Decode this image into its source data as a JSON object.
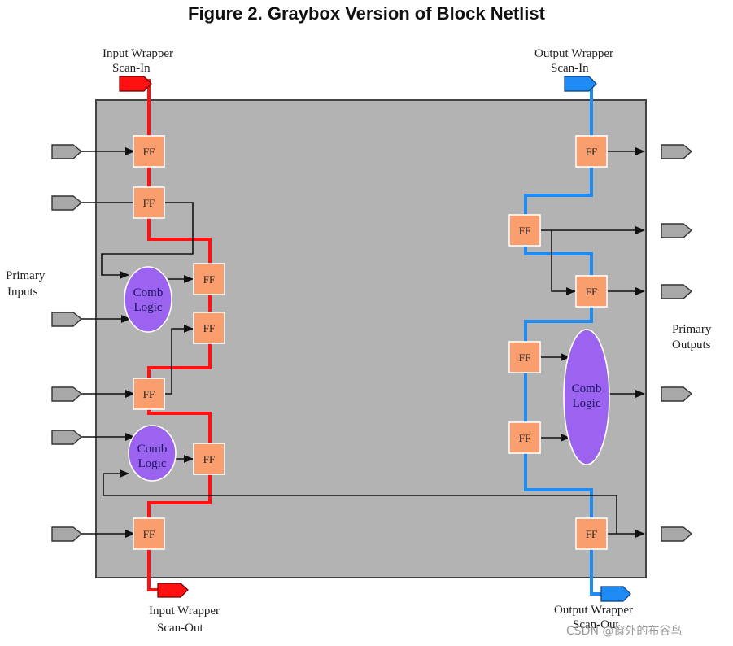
{
  "figure": {
    "title": "Figure 2. Graybox Version of Block Netlist",
    "ff_label": "FF",
    "comb_labels": {
      "line1": "Comb",
      "line2": "Logic"
    },
    "labels": {
      "input_wrapper_scan_in": [
        "Input Wrapper",
        "Scan-In"
      ],
      "output_wrapper_scan_in": [
        "Output Wrapper",
        "Scan-In"
      ],
      "input_wrapper_scan_out": [
        "Input Wrapper",
        "Scan-Out"
      ],
      "output_wrapper_scan_out": [
        "Output Wrapper",
        "Scan-Out"
      ],
      "primary_inputs": [
        "Primary",
        "Inputs"
      ],
      "primary_outputs": [
        "Primary",
        "Outputs"
      ]
    },
    "watermark": "CSDN @窗外的布谷鸟"
  },
  "colors": {
    "block": "#b3b3b3",
    "ff": "#fa9e6e",
    "comb": "#9c63f0",
    "input_scan_chain": "#ff1111",
    "output_scan_chain": "#1f8cf5",
    "port": "#a8a8a8"
  }
}
